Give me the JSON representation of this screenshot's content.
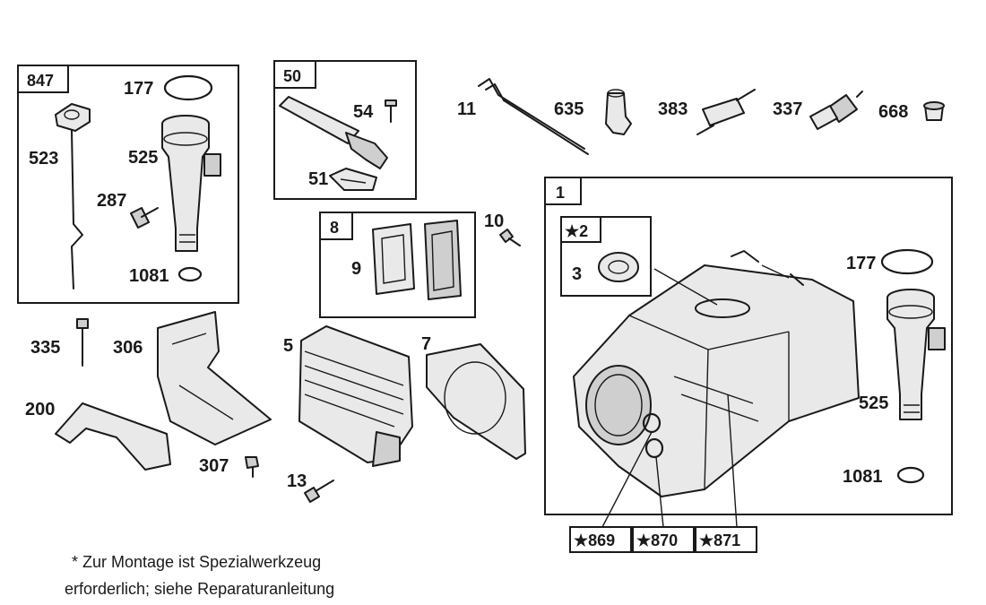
{
  "groups": {
    "g847": "847",
    "g50": "50",
    "g8": "8",
    "g1": "1",
    "g2": "★2"
  },
  "parts": {
    "p177a": "177",
    "p523": "523",
    "p525a": "525",
    "p287": "287",
    "p1081a": "1081",
    "p54": "54",
    "p51": "51",
    "p11": "11",
    "p635": "635",
    "p383": "383",
    "p337": "337",
    "p668": "668",
    "p10": "10",
    "p9": "9",
    "p3": "3",
    "p177b": "177",
    "p525b": "525",
    "p1081b": "1081",
    "p335": "335",
    "p306": "306",
    "p5": "5",
    "p7": "7",
    "p200": "200",
    "p307": "307",
    "p13": "13"
  },
  "callouts": {
    "c869": "★869",
    "c870": "★870",
    "c871": "★871"
  },
  "footnote": {
    "line1": "*  Zur Montage ist Spezialwerkzeug",
    "line2": "erforderlich; siehe Reparaturanleitung"
  }
}
